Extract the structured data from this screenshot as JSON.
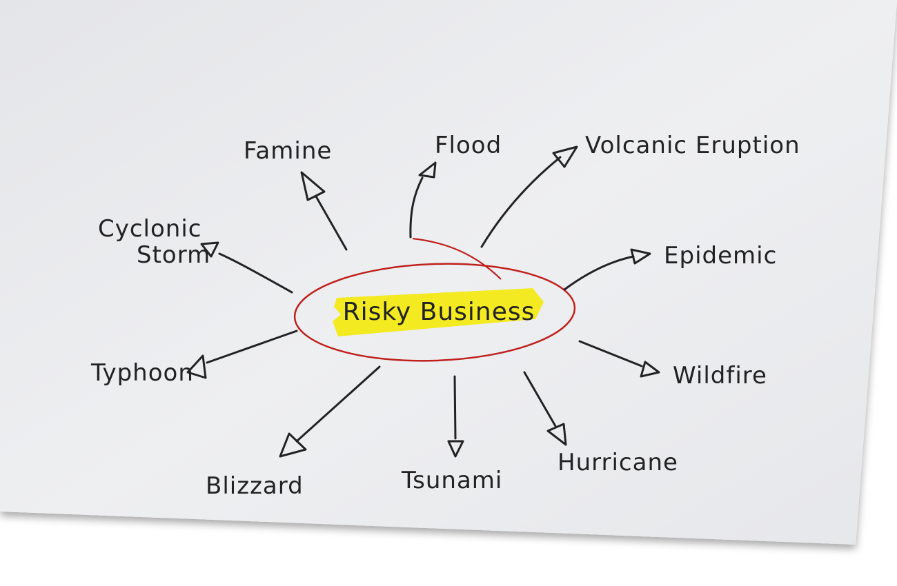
{
  "diagram": {
    "center": "Risky Business",
    "colors": {
      "paper": "#e9eaec",
      "ink": "#222222",
      "ellipse": "#c0201c",
      "highlight": "#f3ea22"
    },
    "branches": [
      {
        "id": "famine",
        "label": [
          "Famine"
        ]
      },
      {
        "id": "flood",
        "label": [
          "Flood"
        ]
      },
      {
        "id": "volcanic-eruption",
        "label": [
          "Volcanic Eruption"
        ]
      },
      {
        "id": "epidemic",
        "label": [
          "Epidemic"
        ]
      },
      {
        "id": "wildfire",
        "label": [
          "Wildfire"
        ]
      },
      {
        "id": "hurricane",
        "label": [
          "Hurricane"
        ]
      },
      {
        "id": "tsunami",
        "label": [
          "Tsunami"
        ]
      },
      {
        "id": "blizzard",
        "label": [
          "Blizzard"
        ]
      },
      {
        "id": "typhoon",
        "label": [
          "Typhoon"
        ]
      },
      {
        "id": "cyclonic-storm",
        "label": [
          "Cyclonic",
          "Storm"
        ]
      }
    ]
  }
}
